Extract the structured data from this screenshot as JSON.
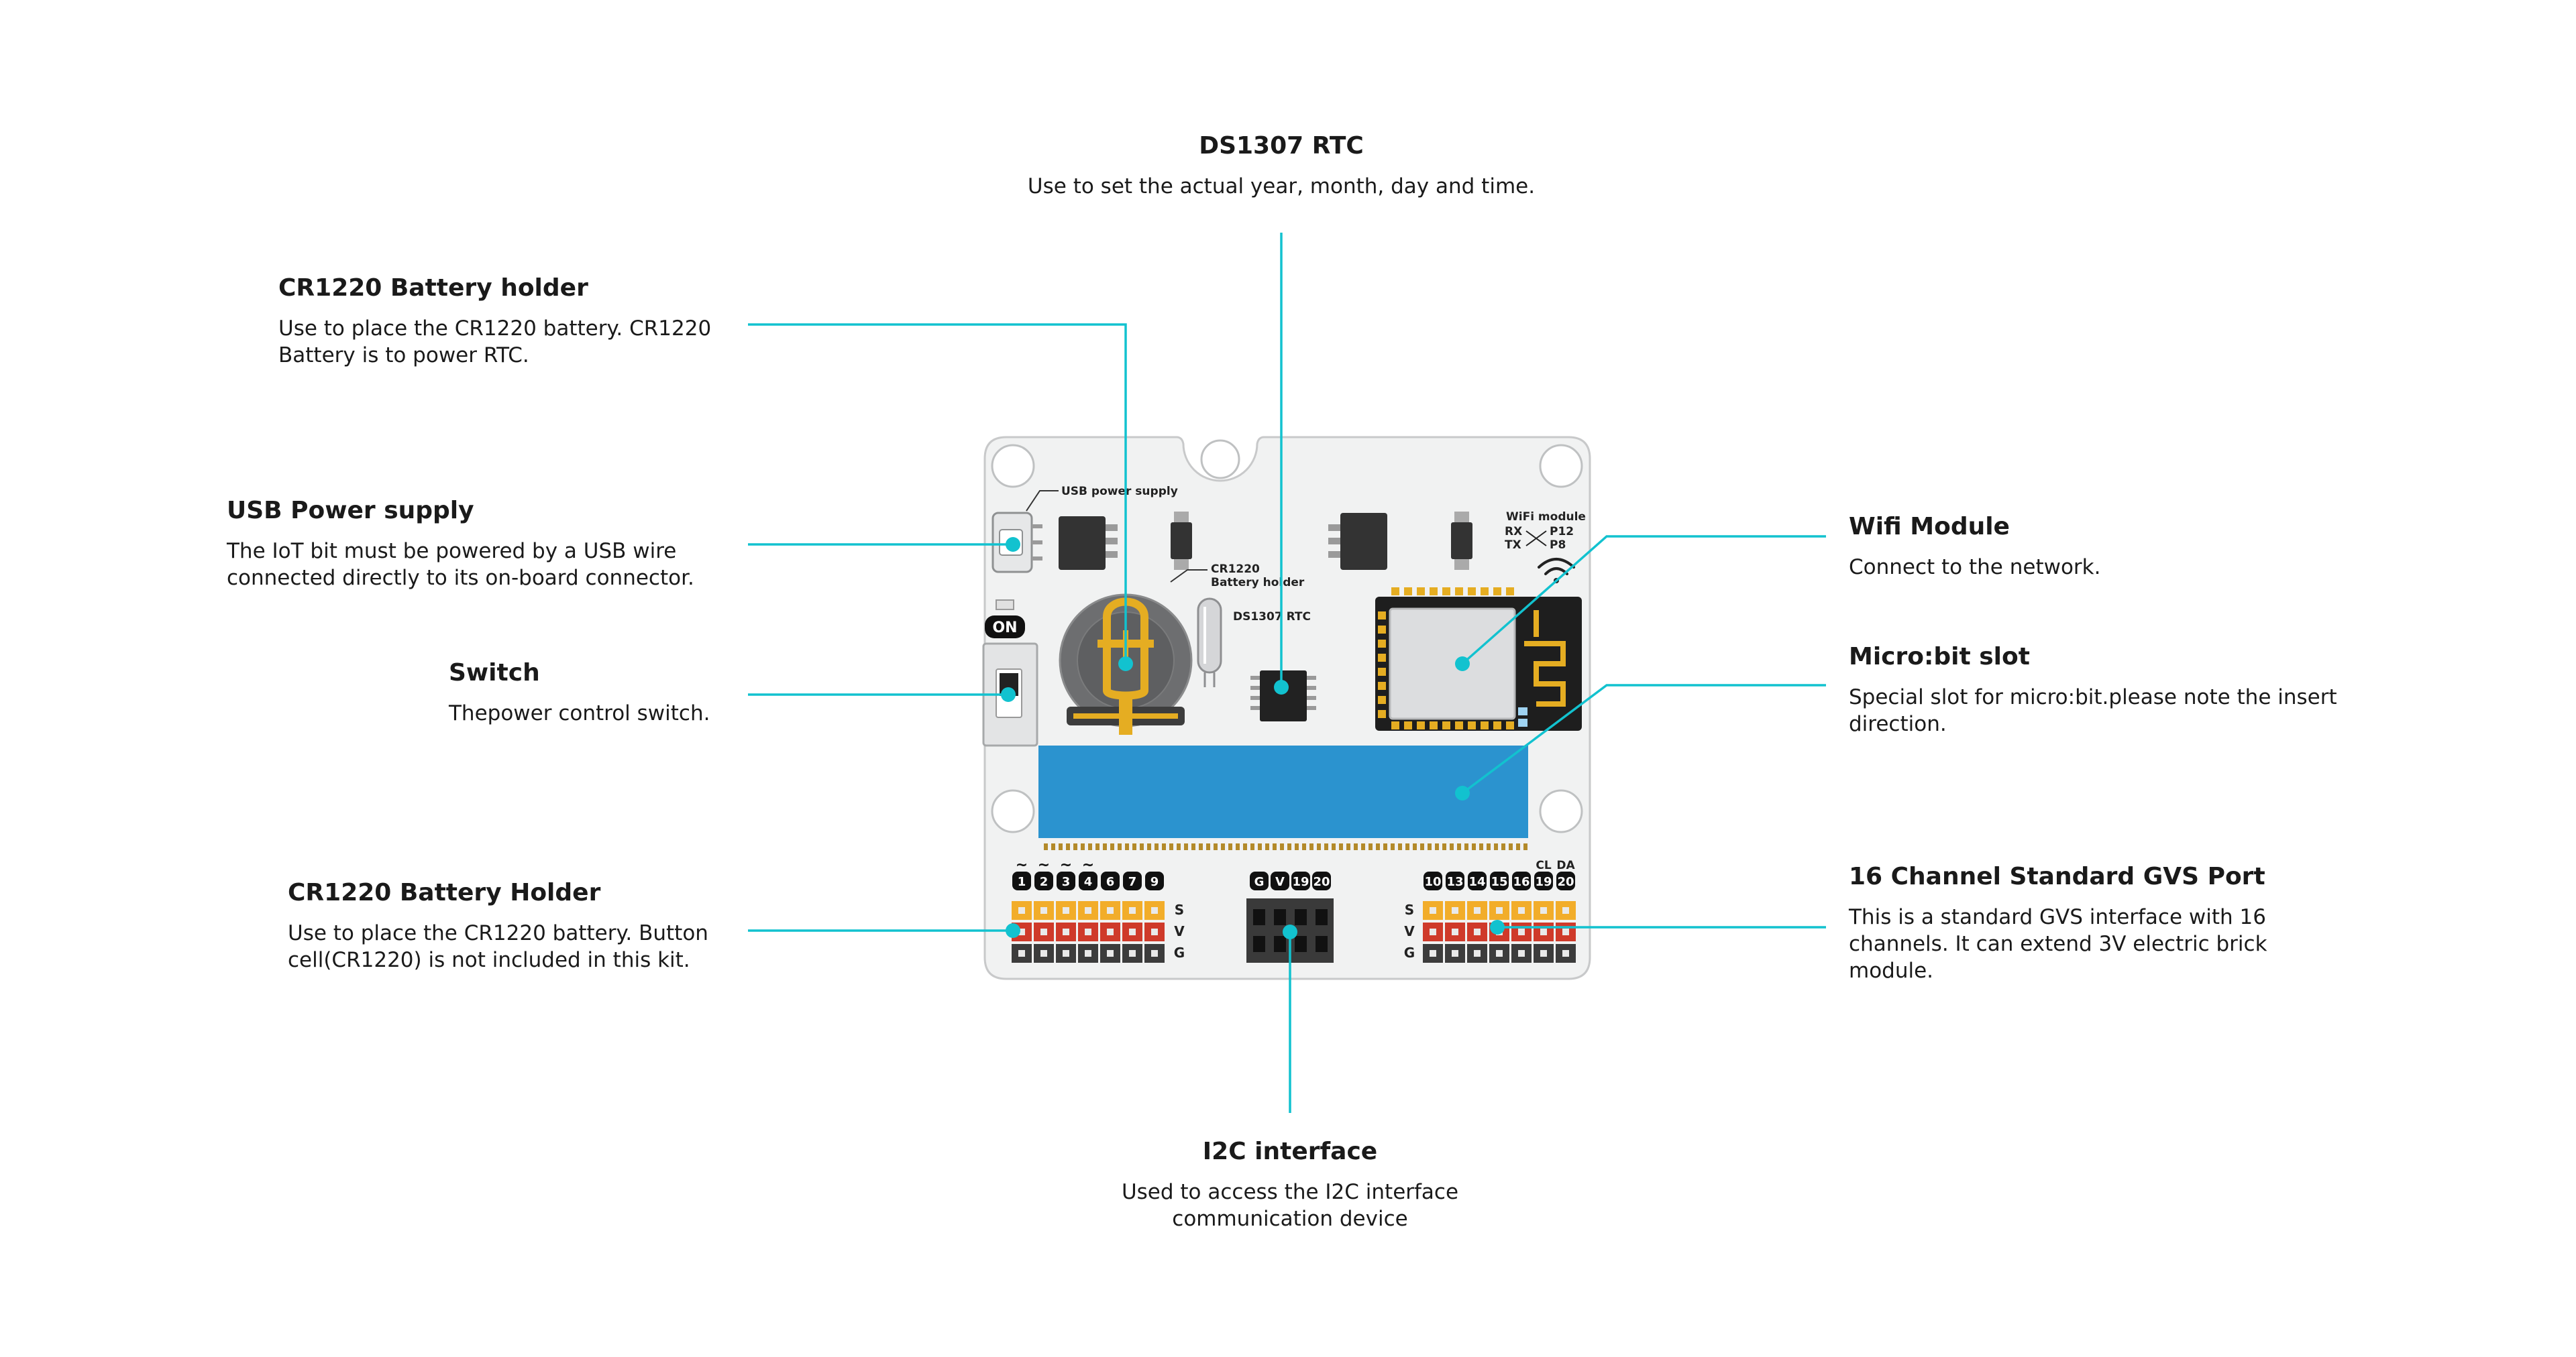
{
  "colors": {
    "leader": "#12c2cf",
    "board": "#f1f2f2",
    "board_edge": "#c8c9ca",
    "slot": "#2b93cf",
    "signal_pin": "#f2ad2a",
    "vcc_pin": "#cf3a2a",
    "gnd_pin": "#3c3c3c",
    "battery_gold": "#e5ad22"
  },
  "callouts": {
    "rtc": {
      "title": "DS1307 RTC",
      "desc": [
        "Use to set the actual year, month, day and time."
      ]
    },
    "battery_holder": {
      "title": "CR1220 Battery holder",
      "desc": [
        "Use to place the CR1220 battery. CR1220",
        "Battery is to power RTC."
      ]
    },
    "usb": {
      "title": "USB Power supply",
      "desc": [
        "The IoT bit must be powered by a USB wire",
        "connected directly to its on-board connector."
      ]
    },
    "switch": {
      "title": "Switch",
      "desc": [
        "Thepower control switch."
      ]
    },
    "battery_holder_2": {
      "title": "CR1220 Battery Holder",
      "desc": [
        "Use to place the CR1220 battery. Button",
        "cell(CR1220) is not included in this kit."
      ]
    },
    "wifi": {
      "title": "Wifi Module",
      "desc": [
        "Connect to the network."
      ]
    },
    "microbit": {
      "title": "Micro:bit slot",
      "desc": [
        "Special slot for micro:bit.please note the insert",
        "direction."
      ]
    },
    "gvs": {
      "title": "16 Channel Standard GVS Port",
      "desc": [
        "This is a standard GVS interface with 16",
        "channels. It can extend 3V electric brick",
        "module."
      ]
    },
    "i2c": {
      "title": "I2C interface",
      "desc": [
        "Used to access the I2C interface",
        "communication device"
      ]
    }
  },
  "board_labels": {
    "usb": "USB power supply",
    "on": "ON",
    "battery": [
      "CR1220",
      "Battery holder"
    ],
    "rtc": "DS1307 RTC",
    "wifi_title": "WiFi module",
    "rx": "RX",
    "tx": "TX",
    "p12": "P12",
    "p8": "P8",
    "tilde": "~",
    "left_pins": [
      "1",
      "2",
      "3",
      "4",
      "6",
      "7",
      "9"
    ],
    "i2c_pins": [
      "G",
      "V",
      "19",
      "20"
    ],
    "right_pins": [
      "10",
      "13",
      "14",
      "15",
      "16",
      "19",
      "20"
    ],
    "cl": "CL",
    "da": "DA",
    "rows": [
      "S",
      "V",
      "G"
    ]
  }
}
